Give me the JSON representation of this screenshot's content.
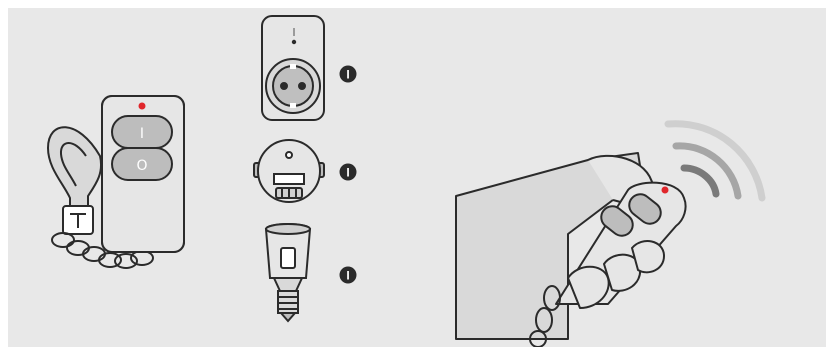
{
  "remote": {
    "on_symbol": "I",
    "off_symbol": "O"
  },
  "badges": {
    "plug_label": "I",
    "flush_label": "I",
    "lamp_label": "I"
  },
  "colors": {
    "background": "#e8e8e8",
    "outline": "#2b2b2b",
    "device_gray": "#d9d9d9",
    "button_gray": "#bdbdbd",
    "led_red": "#e0262b",
    "wave_dark": "#7a7a7a",
    "wave_mid": "#a6a6a6",
    "wave_light": "#cfcfcf"
  },
  "icons": [
    "keychain-remote-icon",
    "plug-in-socket-icon",
    "flush-mount-receiver-icon",
    "lamp-socket-icon",
    "hand-holding-remote-icon",
    "signal-waves-icon"
  ]
}
